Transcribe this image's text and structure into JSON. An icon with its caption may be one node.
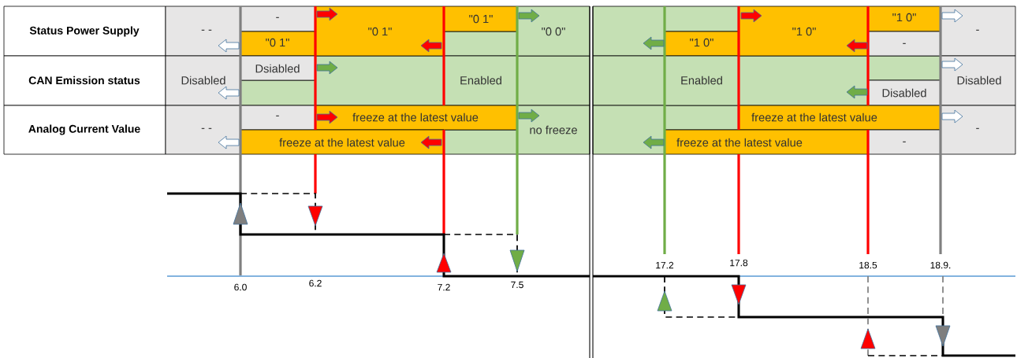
{
  "diagram": {
    "labels": [
      "Status Power Supply",
      "- -",
      "-",
      "\"0 1\"",
      "\"0 1\"",
      "\"0 0\"",
      "\"1 0\"",
      "\"1 0\"",
      "-",
      "\"0 1\"",
      "\"1 0\"",
      "-",
      "CAN Emission status",
      "Disabled",
      "Dsiabled",
      "Enabled",
      "Enabled",
      "Disabled",
      "Disabled",
      "Analog Current Value",
      "- -",
      "-",
      "freeze at the latest value",
      "no freeze",
      "freeze at the latest value",
      "-",
      "freeze at the latest value",
      "freeze at the latest value",
      "-",
      "6.0",
      "6.2",
      "7.2",
      "7.5",
      "17.2",
      "17.8",
      "18.5",
      "18.9."
    ]
  }
}
